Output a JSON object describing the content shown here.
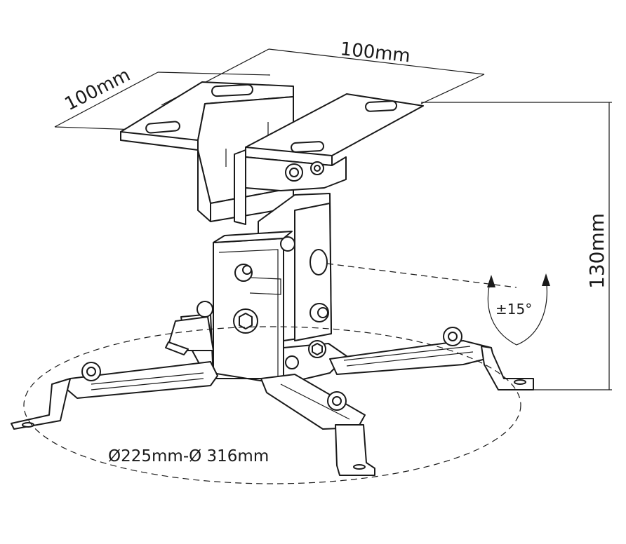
{
  "dimensions": {
    "plate_depth": "100mm",
    "plate_width": "100mm",
    "height": "130mm",
    "tilt": "±15°",
    "diameter_range": "Ø225mm-Ø 316mm"
  },
  "colors": {
    "line": "#1a1a1a",
    "background": "#ffffff"
  }
}
